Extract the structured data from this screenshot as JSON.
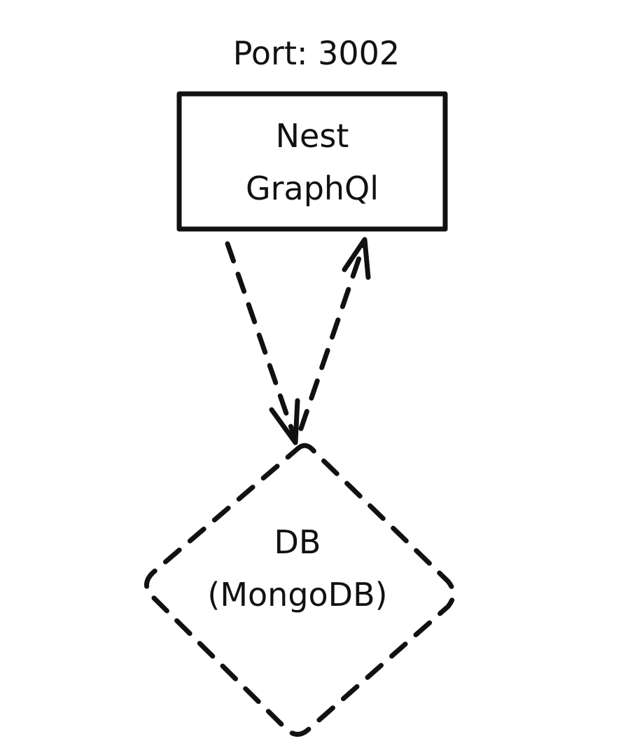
{
  "port_label": "Port: 3002",
  "service": {
    "line1": "Nest",
    "line2": "GraphQl"
  },
  "database": {
    "line1": "DB",
    "line2": "(MongoDB)"
  },
  "colors": {
    "ink": "#111111",
    "background": "#ffffff"
  }
}
